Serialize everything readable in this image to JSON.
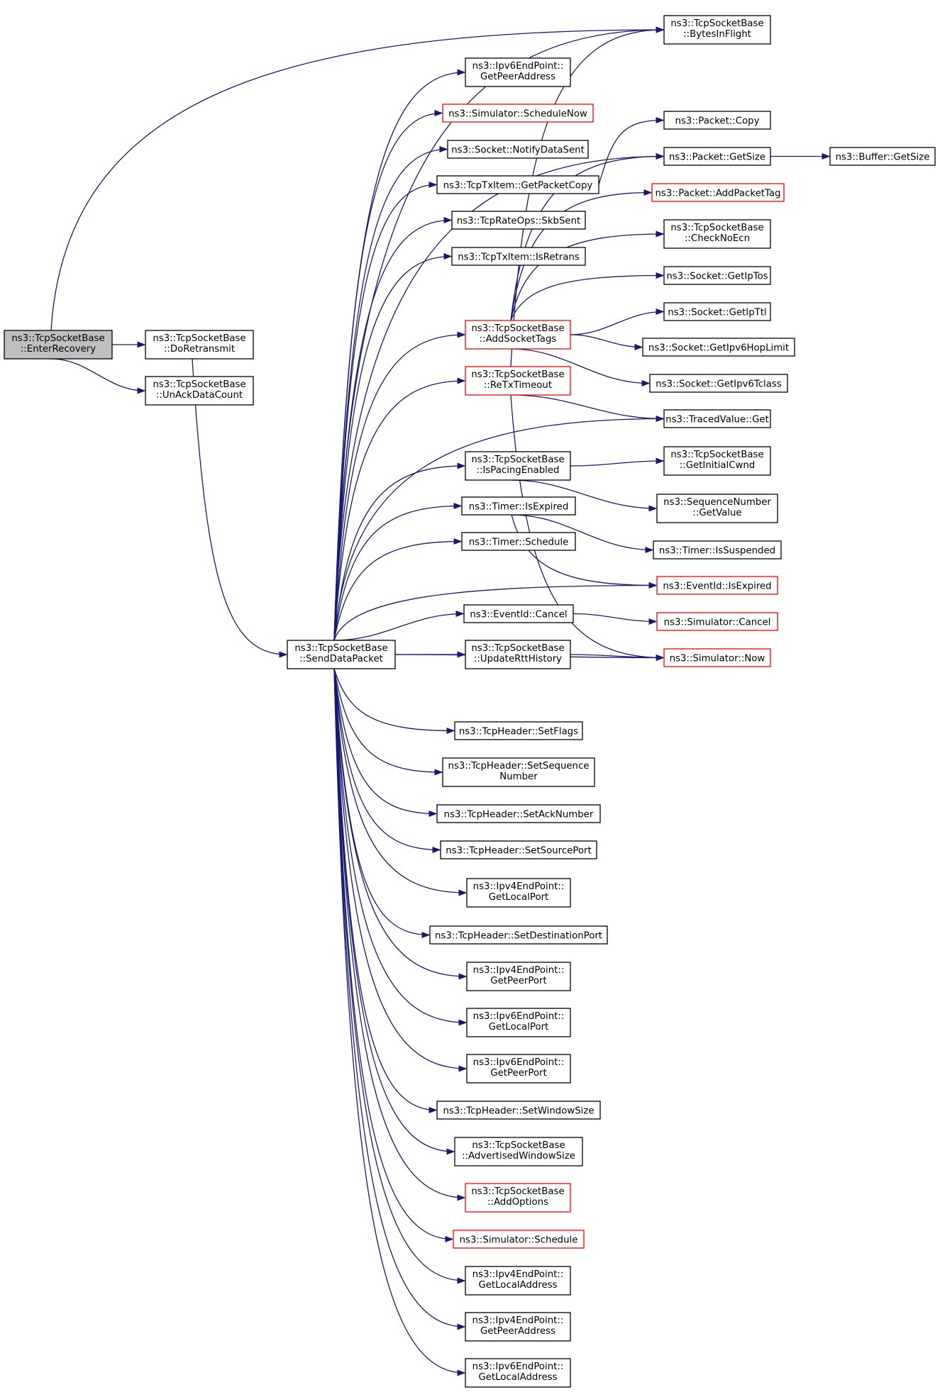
{
  "colors": {
    "edge": "#191970",
    "border": "#000000",
    "incomplete_border": "#ff0000",
    "root_fill": "#bfbfbf"
  },
  "nodes": {
    "enter_recovery": {
      "lines": [
        "ns3::TcpSocketBase",
        "::EnterRecovery"
      ],
      "root": true
    },
    "do_retransmit": {
      "lines": [
        "ns3::TcpSocketBase",
        "::DoRetransmit"
      ]
    },
    "unack_data_count": {
      "lines": [
        "ns3::TcpSocketBase",
        "::UnAckDataCount"
      ]
    },
    "send_data_packet": {
      "lines": [
        "ns3::TcpSocketBase",
        "::SendDataPacket"
      ]
    },
    "bytes_in_flight": {
      "lines": [
        "ns3::TcpSocketBase",
        "::BytesInFlight"
      ]
    },
    "ipv6_get_peer_address": {
      "lines": [
        "ns3::Ipv6EndPoint::",
        "GetPeerAddress"
      ]
    },
    "sim_schedule_now": {
      "lines": [
        "ns3::Simulator::ScheduleNow"
      ],
      "red": true
    },
    "notify_data_sent": {
      "lines": [
        "ns3::Socket::NotifyDataSent"
      ]
    },
    "get_packet_copy": {
      "lines": [
        "ns3::TcpTxItem::GetPacketCopy"
      ]
    },
    "skb_sent": {
      "lines": [
        "ns3::TcpRateOps::SkbSent"
      ]
    },
    "is_retrans": {
      "lines": [
        "ns3::TcpTxItem::IsRetrans"
      ]
    },
    "add_socket_tags": {
      "lines": [
        "ns3::TcpSocketBase",
        "::AddSocketTags"
      ],
      "red": true
    },
    "retx_timeout": {
      "lines": [
        "ns3::TcpSocketBase",
        "::ReTxTimeout"
      ],
      "red": true
    },
    "is_pacing_enabled": {
      "lines": [
        "ns3::TcpSocketBase",
        "::IsPacingEnabled"
      ]
    },
    "timer_is_expired": {
      "lines": [
        "ns3::Timer::IsExpired"
      ]
    },
    "timer_schedule": {
      "lines": [
        "ns3::Timer::Schedule"
      ]
    },
    "eventid_cancel": {
      "lines": [
        "ns3::EventId::Cancel"
      ]
    },
    "update_rtt_history": {
      "lines": [
        "ns3::TcpSocketBase",
        "::UpdateRttHistory"
      ]
    },
    "packet_copy": {
      "lines": [
        "ns3::Packet::Copy"
      ]
    },
    "packet_get_size": {
      "lines": [
        "ns3::Packet::GetSize"
      ]
    },
    "buffer_get_size": {
      "lines": [
        "ns3::Buffer::GetSize"
      ]
    },
    "add_packet_tag": {
      "lines": [
        "ns3::Packet::AddPacketTag"
      ],
      "red": true
    },
    "check_no_ecn": {
      "lines": [
        "ns3::TcpSocketBase",
        "::CheckNoEcn"
      ]
    },
    "get_ip_tos": {
      "lines": [
        "ns3::Socket::GetIpTos"
      ]
    },
    "get_ip_ttl": {
      "lines": [
        "ns3::Socket::GetIpTtl"
      ]
    },
    "get_ipv6_hop_limit": {
      "lines": [
        "ns3::Socket::GetIpv6HopLimit"
      ]
    },
    "get_ipv6_tclass": {
      "lines": [
        "ns3::Socket::GetIpv6Tclass"
      ]
    },
    "traced_value_get": {
      "lines": [
        "ns3::TracedValue::Get"
      ]
    },
    "get_initial_cwnd": {
      "lines": [
        "ns3::TcpSocketBase",
        "::GetInitialCwnd"
      ]
    },
    "seqnum_get_value": {
      "lines": [
        "ns3::SequenceNumber",
        "::GetValue"
      ]
    },
    "timer_is_suspended": {
      "lines": [
        "ns3::Timer::IsSuspended"
      ]
    },
    "eventid_is_expired": {
      "lines": [
        "ns3::EventId::IsExpired"
      ],
      "red": true
    },
    "sim_cancel": {
      "lines": [
        "ns3::Simulator::Cancel"
      ],
      "red": true
    },
    "sim_now": {
      "lines": [
        "ns3::Simulator::Now"
      ],
      "red": true
    },
    "set_flags": {
      "lines": [
        "ns3::TcpHeader::SetFlags"
      ]
    },
    "set_sequence_number": {
      "lines": [
        "ns3::TcpHeader::SetSequence",
        "Number"
      ]
    },
    "set_ack_number": {
      "lines": [
        "ns3::TcpHeader::SetAckNumber"
      ]
    },
    "set_source_port": {
      "lines": [
        "ns3::TcpHeader::SetSourcePort"
      ]
    },
    "ipv4_get_local_port": {
      "lines": [
        "ns3::Ipv4EndPoint::",
        "GetLocalPort"
      ]
    },
    "set_destination_port": {
      "lines": [
        "ns3::TcpHeader::SetDestinationPort"
      ]
    },
    "ipv4_get_peer_port": {
      "lines": [
        "ns3::Ipv4EndPoint::",
        "GetPeerPort"
      ]
    },
    "ipv6_get_local_port": {
      "lines": [
        "ns3::Ipv6EndPoint::",
        "GetLocalPort"
      ]
    },
    "ipv6_get_peer_port": {
      "lines": [
        "ns3::Ipv6EndPoint::",
        "GetPeerPort"
      ]
    },
    "set_window_size": {
      "lines": [
        "ns3::TcpHeader::SetWindowSize"
      ]
    },
    "advertised_window_size": {
      "lines": [
        "ns3::TcpSocketBase",
        "::AdvertisedWindowSize"
      ]
    },
    "add_options": {
      "lines": [
        "ns3::TcpSocketBase",
        "::AddOptions"
      ],
      "red": true
    },
    "sim_schedule": {
      "lines": [
        "ns3::Simulator::Schedule"
      ],
      "red": true
    },
    "ipv4_get_local_address": {
      "lines": [
        "ns3::Ipv4EndPoint::",
        "GetLocalAddress"
      ]
    },
    "ipv4_get_peer_address": {
      "lines": [
        "ns3::Ipv4EndPoint::",
        "GetPeerAddress"
      ]
    },
    "ipv6_get_local_address": {
      "lines": [
        "ns3::Ipv6EndPoint::",
        "GetLocalAddress"
      ]
    }
  },
  "edges": [
    [
      "enter_recovery",
      "bytes_in_flight"
    ],
    [
      "enter_recovery",
      "do_retransmit"
    ],
    [
      "enter_recovery",
      "unack_data_count"
    ],
    [
      "do_retransmit",
      "send_data_packet"
    ],
    [
      "send_data_packet",
      "bytes_in_flight"
    ],
    [
      "send_data_packet",
      "ipv6_get_peer_address"
    ],
    [
      "send_data_packet",
      "sim_schedule_now"
    ],
    [
      "send_data_packet",
      "notify_data_sent"
    ],
    [
      "send_data_packet",
      "get_packet_copy"
    ],
    [
      "send_data_packet",
      "skb_sent"
    ],
    [
      "send_data_packet",
      "is_retrans"
    ],
    [
      "send_data_packet",
      "packet_get_size"
    ],
    [
      "send_data_packet",
      "add_socket_tags"
    ],
    [
      "send_data_packet",
      "retx_timeout"
    ],
    [
      "send_data_packet",
      "traced_value_get"
    ],
    [
      "send_data_packet",
      "is_pacing_enabled"
    ],
    [
      "send_data_packet",
      "timer_is_expired"
    ],
    [
      "send_data_packet",
      "timer_schedule"
    ],
    [
      "send_data_packet",
      "eventid_is_expired"
    ],
    [
      "send_data_packet",
      "eventid_cancel"
    ],
    [
      "send_data_packet",
      "update_rtt_history"
    ],
    [
      "send_data_packet",
      "sim_now"
    ],
    [
      "send_data_packet",
      "set_flags"
    ],
    [
      "send_data_packet",
      "set_sequence_number"
    ],
    [
      "send_data_packet",
      "set_ack_number"
    ],
    [
      "send_data_packet",
      "set_source_port"
    ],
    [
      "send_data_packet",
      "ipv4_get_local_port"
    ],
    [
      "send_data_packet",
      "set_destination_port"
    ],
    [
      "send_data_packet",
      "ipv4_get_peer_port"
    ],
    [
      "send_data_packet",
      "ipv6_get_local_port"
    ],
    [
      "send_data_packet",
      "ipv6_get_peer_port"
    ],
    [
      "send_data_packet",
      "set_window_size"
    ],
    [
      "send_data_packet",
      "advertised_window_size"
    ],
    [
      "send_data_packet",
      "add_options"
    ],
    [
      "send_data_packet",
      "sim_schedule"
    ],
    [
      "send_data_packet",
      "ipv4_get_local_address"
    ],
    [
      "send_data_packet",
      "ipv4_get_peer_address"
    ],
    [
      "send_data_packet",
      "ipv6_get_local_address"
    ],
    [
      "get_packet_copy",
      "packet_copy"
    ],
    [
      "packet_get_size",
      "buffer_get_size"
    ],
    [
      "add_socket_tags",
      "packet_get_size"
    ],
    [
      "add_socket_tags",
      "add_packet_tag"
    ],
    [
      "add_socket_tags",
      "check_no_ecn"
    ],
    [
      "add_socket_tags",
      "get_ip_tos"
    ],
    [
      "add_socket_tags",
      "get_ip_ttl"
    ],
    [
      "add_socket_tags",
      "get_ipv6_hop_limit"
    ],
    [
      "add_socket_tags",
      "get_ipv6_tclass"
    ],
    [
      "retx_timeout",
      "bytes_in_flight"
    ],
    [
      "retx_timeout",
      "traced_value_get"
    ],
    [
      "retx_timeout",
      "sim_now"
    ],
    [
      "is_pacing_enabled",
      "get_initial_cwnd"
    ],
    [
      "is_pacing_enabled",
      "seqnum_get_value"
    ],
    [
      "timer_is_expired",
      "timer_is_suspended"
    ],
    [
      "timer_is_expired",
      "eventid_is_expired"
    ],
    [
      "eventid_cancel",
      "sim_cancel"
    ],
    [
      "update_rtt_history",
      "sim_now"
    ]
  ]
}
